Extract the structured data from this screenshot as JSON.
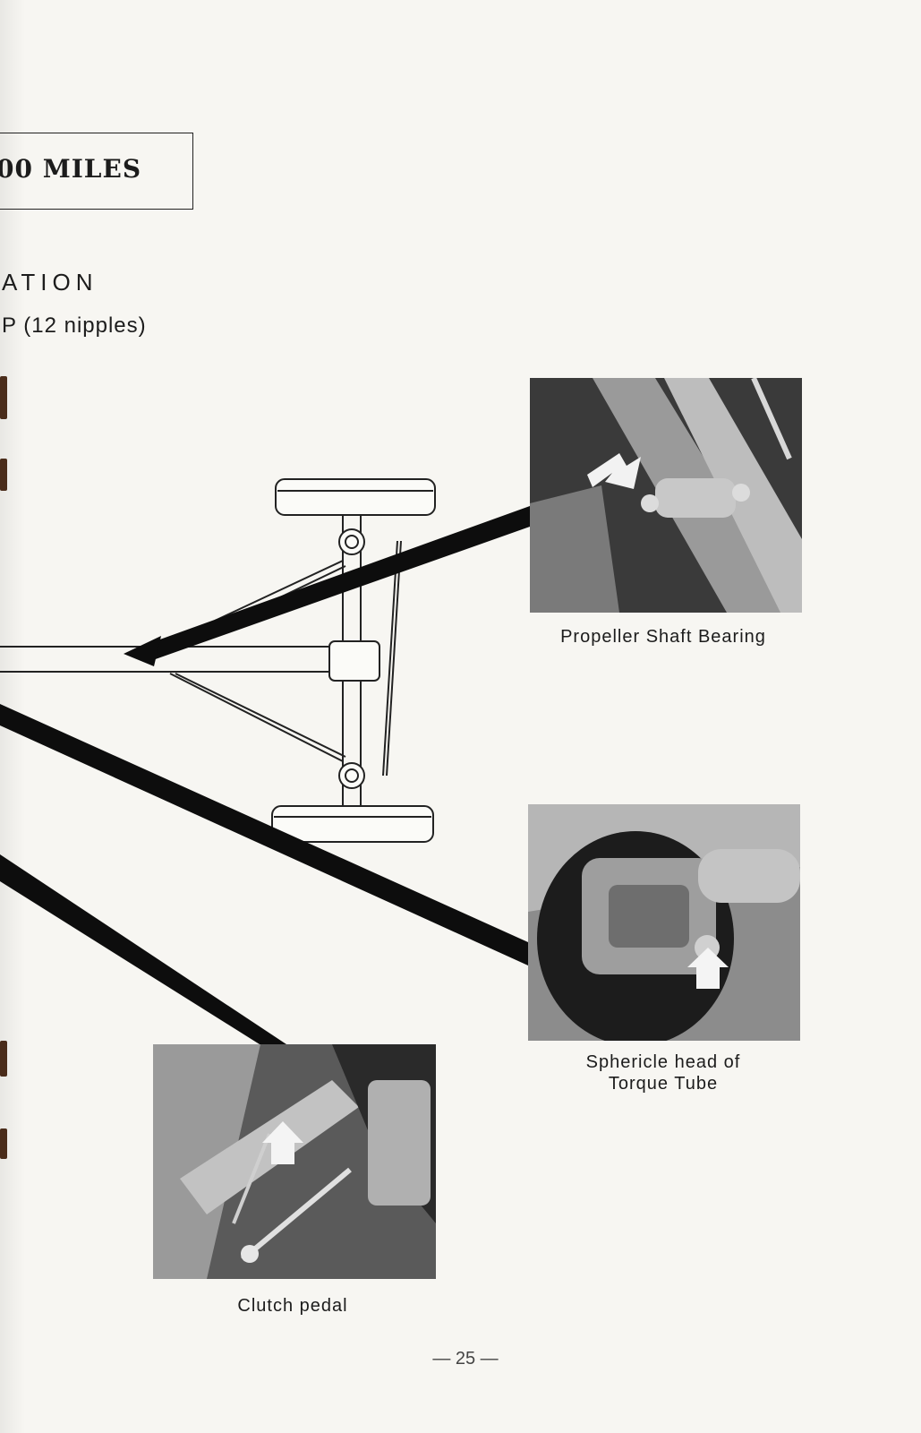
{
  "heading": {
    "text": "00 MILES"
  },
  "section": {
    "title": "ATION",
    "group": "P (12 nipples)"
  },
  "figures": [
    {
      "caption": "Propeller Shaft Bearing"
    },
    {
      "caption_line1": "Sphericle head of",
      "caption_line2": "Torque Tube"
    },
    {
      "caption": "Clutch pedal"
    }
  ],
  "page_number": "— 25 —",
  "icons": [
    "arrow-pointer-icon",
    "axle-diagram-icon"
  ],
  "colors": {
    "paper": "#f7f6f2",
    "ink": "#1c1c1c"
  }
}
